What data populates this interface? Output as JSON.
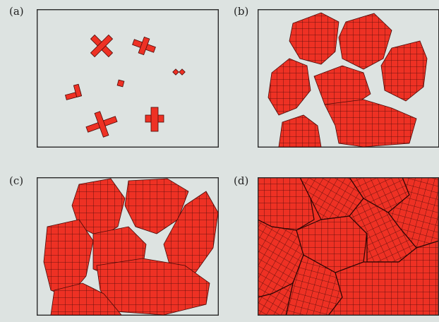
{
  "figure": {
    "panels": [
      {
        "id": "a",
        "label": "(a)",
        "description_stage": "nuclei"
      },
      {
        "id": "b",
        "label": "(b)",
        "description_stage": "growth"
      },
      {
        "id": "c",
        "label": "(c)",
        "description_stage": "impingement"
      },
      {
        "id": "d",
        "label": "(d)",
        "description_stage": "complete"
      }
    ]
  },
  "colors": {
    "background": "#dde3e1",
    "grain_fill": "#ee3124",
    "grid_line": "#4a0a08",
    "frame": "#2a2a2a"
  }
}
